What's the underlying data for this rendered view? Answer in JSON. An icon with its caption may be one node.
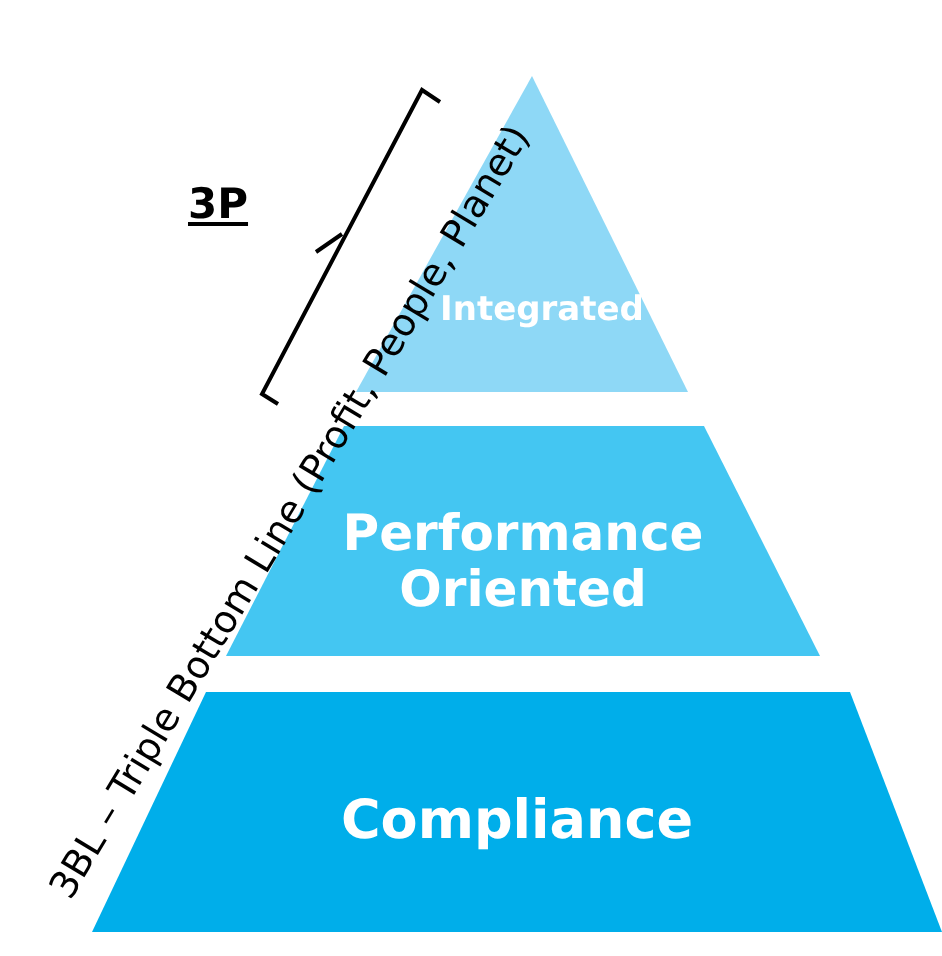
{
  "diagram": {
    "nodes": [
      {
        "text": [
          "Integrated"
        ]
      },
      {
        "text": [
          "Performance Oriented"
        ]
      },
      {
        "text": [
          "Compliance"
        ]
      }
    ],
    "labels": [
      "3P",
      "3BL – Triple Bottom Line (Profit, People, Planet)"
    ]
  }
}
